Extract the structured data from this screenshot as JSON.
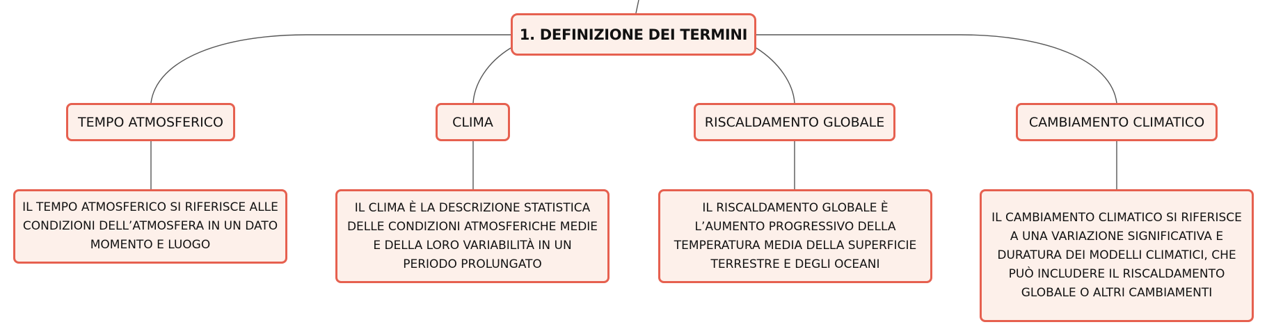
{
  "root": {
    "label": "1. DEFINIZIONE DEI TERMINI"
  },
  "terms": [
    {
      "label": "TEMPO ATMOSFERICO",
      "definition": "IL TEMPO ATMOSFERICO SI RIFERISCE ALLE CONDIZIONI DELL’ATMOSFERA IN UN DATO MOMENTO E LUOGO"
    },
    {
      "label": "CLIMA",
      "definition": "IL CLIMA È LA DESCRIZIONE STATISTICA DELLE CONDIZIONI ATMOSFERICHE MEDIE E DELLA LORO VARIABILITÀ IN UN PERIODO PROLUNGATO"
    },
    {
      "label": "RISCALDAMENTO GLOBALE",
      "definition": "IL RISCALDAMENTO GLOBALE È L’AUMENTO PROGRESSIVO DELLA TEMPERATURA MEDIA DELLA SUPERFICIE TERRESTRE E DEGLI OCEANI"
    },
    {
      "label": "CAMBIAMENTO CLIMATICO",
      "definition": "IL CAMBIAMENTO CLIMATICO SI RIFERISCE A UNA VARIAZIONE SIGNIFICATIVA E DURATURA DEI MODELLI CLIMATICI, CHE PUÒ INCLUDERE IL RISCALDAMENTO GLOBALE O ALTRI CAMBIAMENTI"
    }
  ],
  "colors": {
    "node_border": "#e6604f",
    "node_fill": "#fdf0ea",
    "connector": "#555555",
    "text": "#111111"
  }
}
